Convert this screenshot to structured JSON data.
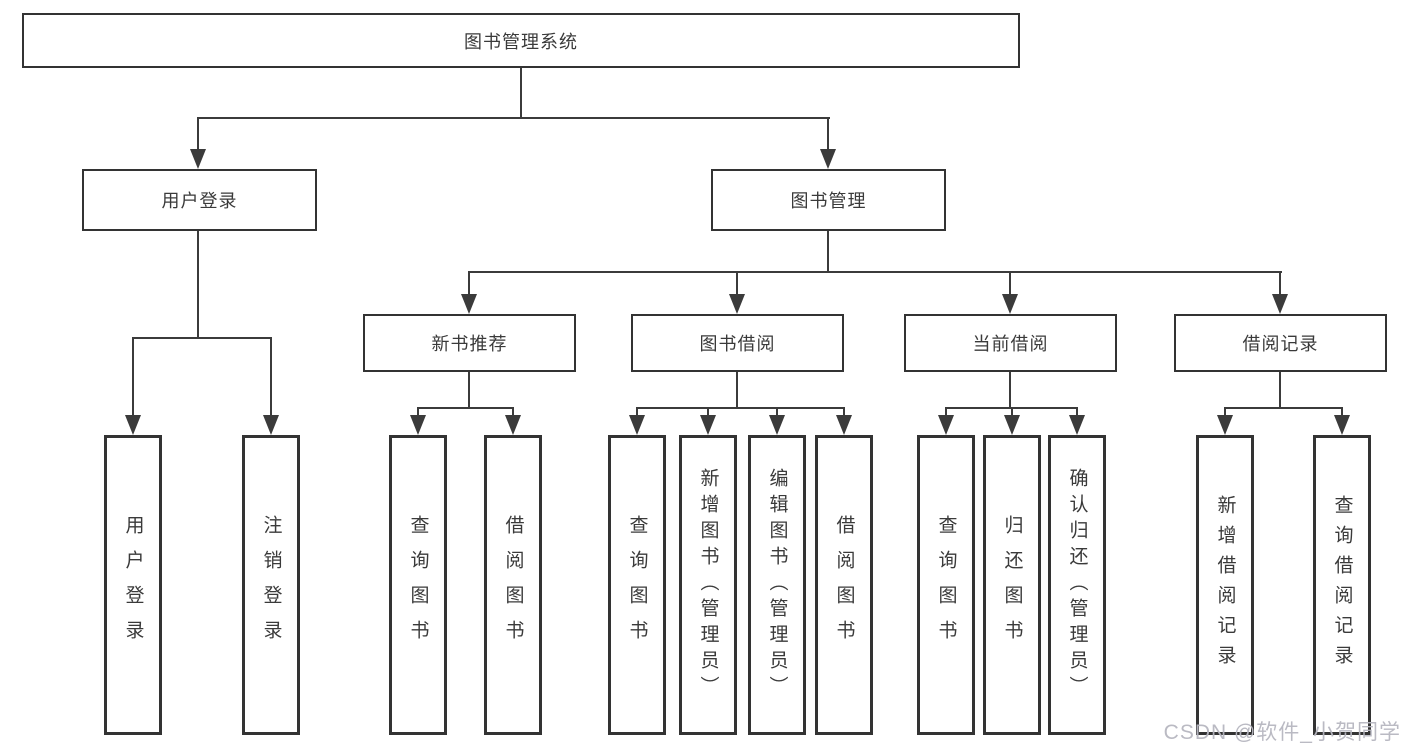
{
  "diagram": {
    "type": "tree",
    "title": "图书管理系统",
    "colors": {
      "background": "#ffffff",
      "line": "#3b3b3b",
      "box_border": "#333333",
      "text": "#3a3a3a",
      "watermark": "#b6b6c0"
    },
    "nodes": {
      "root": "图书管理系统",
      "userLogin": "用户登录",
      "bookMgmt": "图书管理",
      "newBookRec": "新书推荐",
      "bookBorrow": "图书借阅",
      "currentBorrow": "当前借阅",
      "borrowRecords": "借阅记录",
      "userLoginLeaf": "用户登录",
      "logoutLeaf": "注销登录",
      "nbQuery": "查询图书",
      "nbBorrow": "借阅图书",
      "bbQuery": "查询图书",
      "bbAdd": "新增图书（管理员）",
      "bbEdit": "编辑图书（管理员）",
      "bbBorrow": "借阅图书",
      "cbQuery": "查询图书",
      "cbReturn": "归还图书",
      "cbConfirm": "确认归还（管理员）",
      "brAdd": "新增借阅记录",
      "brQuery": "查询借阅记录"
    },
    "hierarchy": {
      "图书管理系统": {
        "用户登录": [
          "用户登录",
          "注销登录"
        ],
        "图书管理": {
          "新书推荐": [
            "查询图书",
            "借阅图书"
          ],
          "图书借阅": [
            "查询图书",
            "新增图书（管理员）",
            "编辑图书（管理员）",
            "借阅图书"
          ],
          "当前借阅": [
            "查询图书",
            "归还图书",
            "确认归还（管理员）"
          ],
          "借阅记录": [
            "新增借阅记录",
            "查询借阅记录"
          ]
        }
      }
    },
    "watermark": "CSDN @软件_小贺同学"
  }
}
